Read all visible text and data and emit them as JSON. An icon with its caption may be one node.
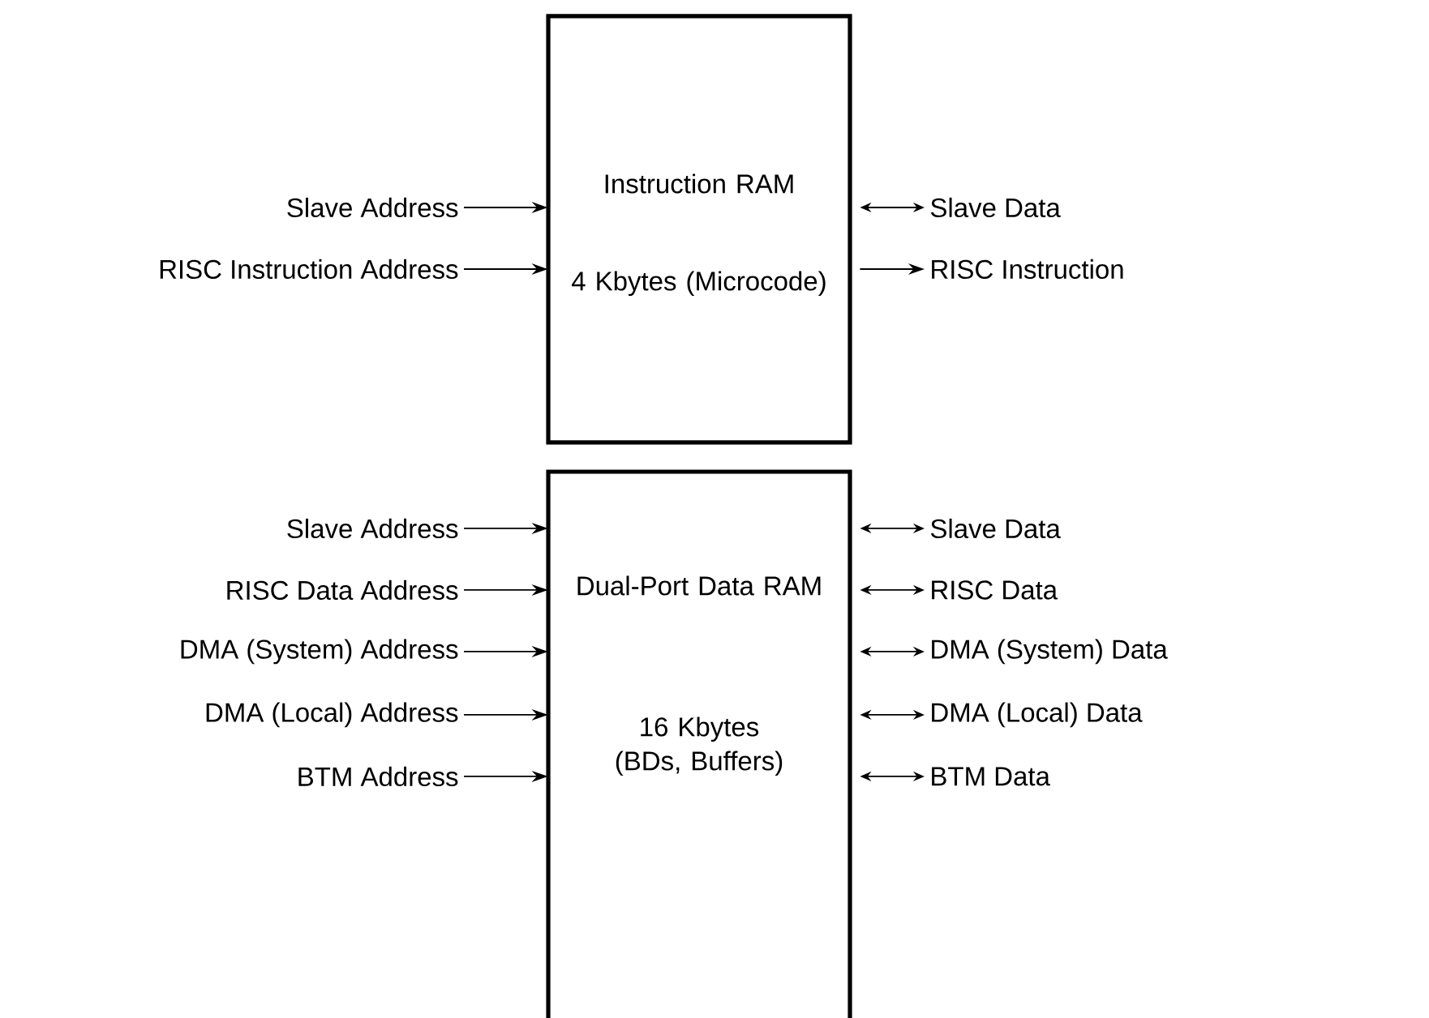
{
  "diagram": {
    "nodes": [
      {
        "text": [
          "Instruction RAM",
          "4 Kbytes (Microcode)"
        ]
      },
      {
        "text": [
          "Slave Address"
        ]
      },
      {
        "text": [
          "RISC Instruction Address"
        ]
      },
      {
        "text": [
          "Slave Data"
        ]
      },
      {
        "text": [
          "RISC Instruction"
        ]
      },
      {
        "text": [
          "Dual-Port Data RAM",
          "16 Kbytes (BDs, Buffers)"
        ]
      },
      {
        "text": [
          "Slave Address"
        ]
      },
      {
        "text": [
          "RISC Data Address"
        ]
      },
      {
        "text": [
          "DMA (System) Address"
        ]
      },
      {
        "text": [
          "DMA (Local) Address"
        ]
      },
      {
        "text": [
          "BTM Address"
        ]
      },
      {
        "text": [
          "Slave Data"
        ]
      },
      {
        "text": [
          "RISC Data"
        ]
      },
      {
        "text": [
          "DMA (System) Data"
        ]
      },
      {
        "text": [
          "DMA (Local) Data"
        ]
      },
      {
        "text": [
          "BTM Data"
        ]
      }
    ],
    "edges": [
      {
        "from": 1,
        "to": 0,
        "arrow": "to"
      },
      {
        "from": 2,
        "to": 0,
        "arrow": "to"
      },
      {
        "from": 0,
        "to": 3,
        "arrow": "both"
      },
      {
        "from": 0,
        "to": 4,
        "arrow": "to"
      },
      {
        "from": 6,
        "to": 5,
        "arrow": "to"
      },
      {
        "from": 7,
        "to": 5,
        "arrow": "to"
      },
      {
        "from": 8,
        "to": 5,
        "arrow": "to"
      },
      {
        "from": 9,
        "to": 5,
        "arrow": "to"
      },
      {
        "from": 10,
        "to": 5,
        "arrow": "to"
      },
      {
        "from": 5,
        "to": 11,
        "arrow": "both"
      },
      {
        "from": 5,
        "to": 12,
        "arrow": "both"
      },
      {
        "from": 5,
        "to": 13,
        "arrow": "both"
      },
      {
        "from": 5,
        "to": 14,
        "arrow": "both"
      },
      {
        "from": 5,
        "to": 15,
        "arrow": "both"
      }
    ]
  }
}
